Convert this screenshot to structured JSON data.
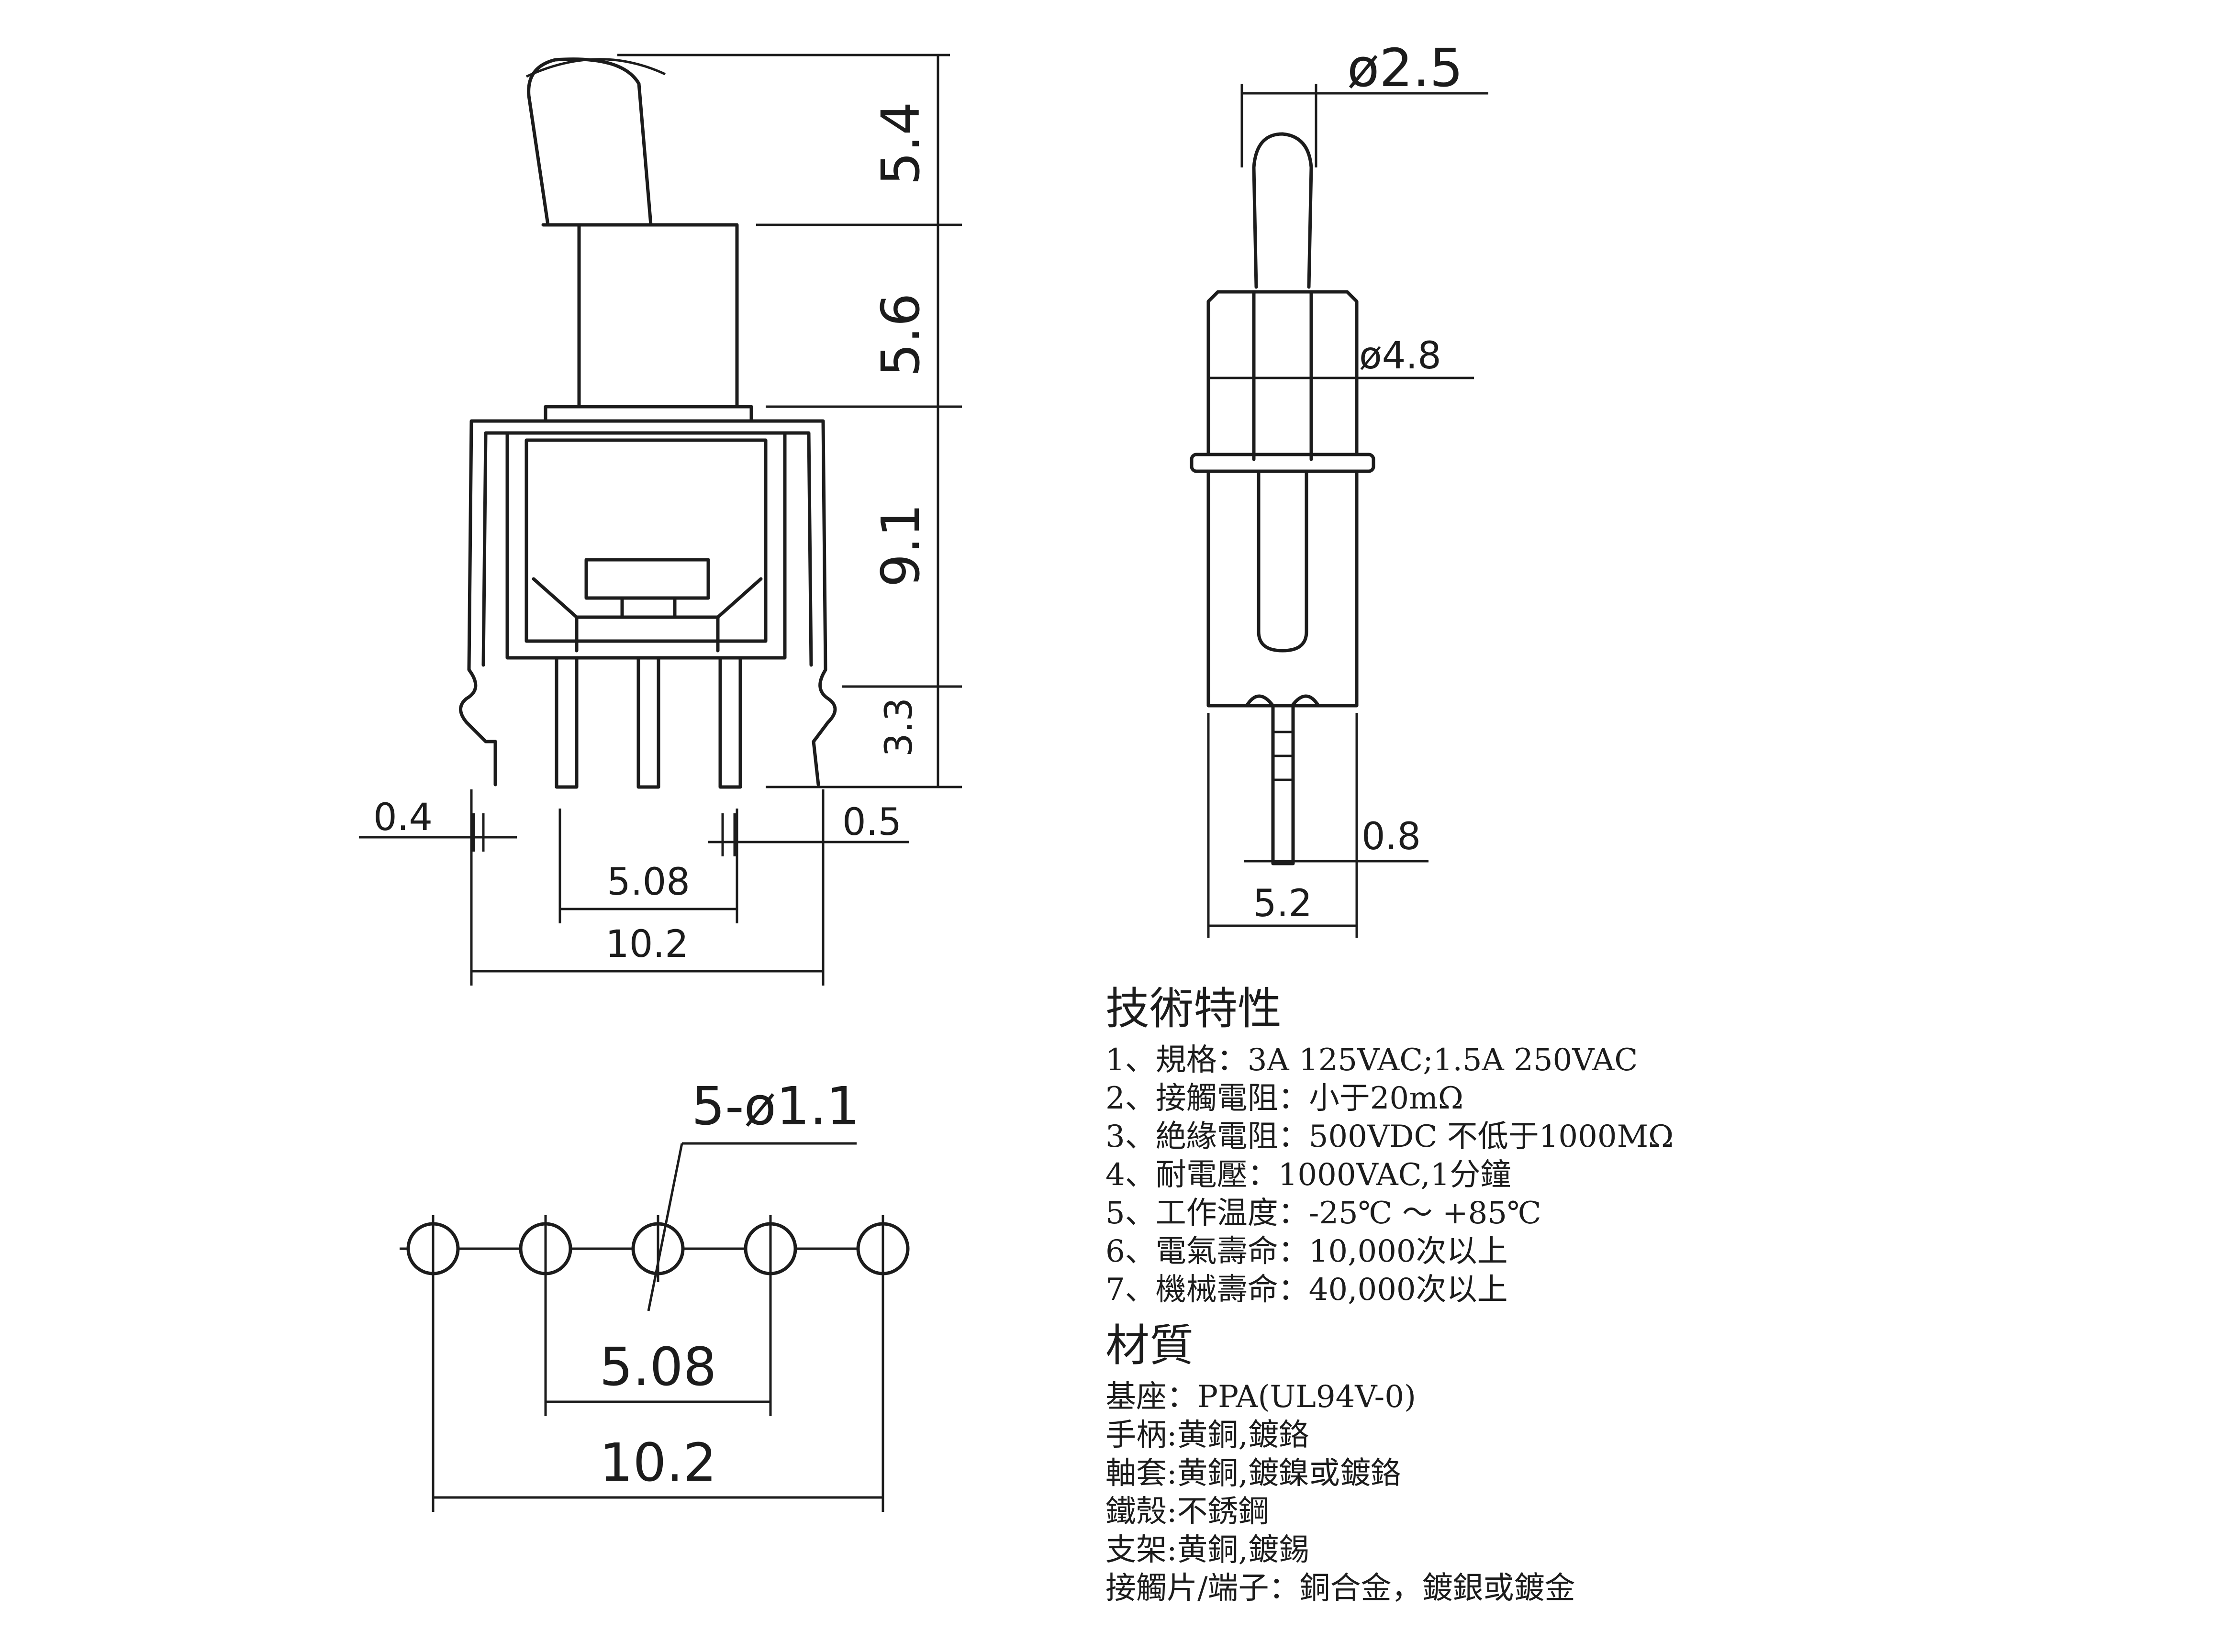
{
  "dimensions": {
    "side": {
      "handle": "5.4",
      "bushing": "5.6",
      "body": "9.1",
      "pin": "3.3",
      "bracket_thickness": "0.4",
      "pin_thickness": "0.5",
      "pin_pitch": "5.08",
      "overall_width": "10.2"
    },
    "front": {
      "lever_diameter": "ø2.5",
      "bushing_diameter": "ø4.8",
      "pin_width": "0.8",
      "body_width": "5.2"
    },
    "footprint": {
      "holes": "5-ø1.1",
      "pin_pitch": "5.08",
      "overall_width": "10.2"
    }
  },
  "specs": {
    "title": "技術特性",
    "items": [
      "1、規格：3A 125VAC;1.5A 250VAC",
      "2、接觸電阻：小于20mΩ",
      "3、絶緣電阻：500VDC 不低于1000MΩ",
      "4、耐電壓：1000VAC,1分鐘",
      "5、工作温度：-25℃ ～ +85℃",
      "6、電氣壽命：10,000次以上",
      "7、機械壽命：40,000次以上"
    ]
  },
  "materials": {
    "title": "材質",
    "items": [
      "基座：PPA(UL94V-0)",
      "手柄:黄銅,鍍鉻",
      "軸套:黄銅,鍍鎳或鍍鉻",
      "鐵殼:不銹鋼",
      "支架:黄銅,鍍錫",
      "接觸片/端子：銅合金，鍍銀或鍍金"
    ]
  }
}
